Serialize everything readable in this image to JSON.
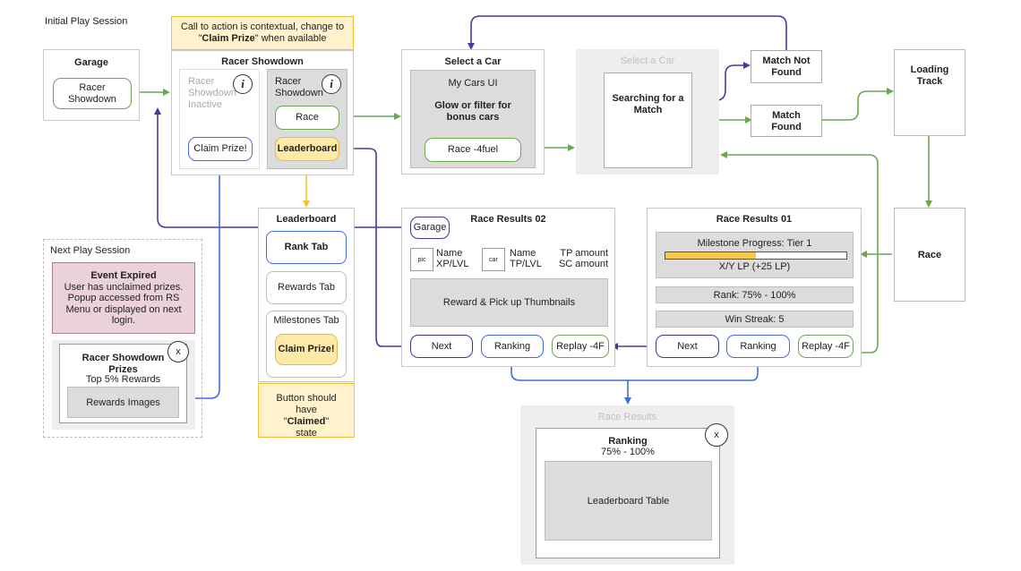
{
  "labels": {
    "initial_session": "Initial Play Session",
    "next_session": "Next Play Session"
  },
  "garage": {
    "title": "Garage",
    "racer_showdown": "Racer Showdown"
  },
  "cta_note": {
    "line1": "Call to action is contextual, change to",
    "quote_open": "\"",
    "bold": "Claim Prize",
    "rest": "\" when available"
  },
  "racer_showdown": {
    "title": "Racer Showdown",
    "inactive_panel": "Racer Showdown Inactive",
    "active_panel": "Racer Showdown",
    "info_glyph": "i",
    "race": "Race",
    "leaderboard": "Leaderboard",
    "claim_prize": "Claim Prize!"
  },
  "select_car": {
    "title": "Select a Car",
    "my_cars": "My Cars UI",
    "glow": "Glow or filter for bonus cars",
    "race_btn": "Race  -4fuel"
  },
  "matchmaking": {
    "title": "Select a Car",
    "searching": "Searching for a Match",
    "not_found": "Match Not Found",
    "found": "Match Found"
  },
  "loading": {
    "title": "Loading Track"
  },
  "race_box": {
    "label": "Race"
  },
  "leaderboard_screen": {
    "title": "Leaderboard",
    "rank_tab": "Rank Tab",
    "rewards_tab": "Rewards Tab",
    "milestones_tab": "Milestones Tab",
    "claim_prize": "Claim Prize!",
    "note_pre": "Button should have \"",
    "note_bold": "Claimed",
    "note_post": "\" state"
  },
  "results02": {
    "title": "Race Results 02",
    "garage": "Garage",
    "pic": "pic",
    "car": "car",
    "name1": "Name",
    "xp": "XP/LVL",
    "name2": "Name",
    "tp": "TP/LVL",
    "tp_amount": "TP amount",
    "sc_amount": "SC amount",
    "thumbnails": "Reward & Pick up Thumbnails",
    "next": "Next",
    "ranking": "Ranking",
    "replay": "Replay  -4F"
  },
  "results01": {
    "title": "Race Results 01",
    "milestone": "Milestone Progress: Tier 1",
    "milestone_progress": 0.5,
    "lp": "X/Y LP (+25 LP)",
    "rank": "Rank: 75% - 100%",
    "streak": "Win Streak: 5",
    "next": "Next",
    "ranking": "Ranking",
    "replay": "Replay  -4F"
  },
  "next_session": {
    "event_expired": "Event Expired",
    "expired_body": "User has unclaimed prizes. Popup accessed from RS Menu or displayed on next login.",
    "prizes_title": "Racer Showdown Prizes",
    "top_rewards": "Top 5% Rewards",
    "rewards_images": "Rewards Images",
    "close": "x"
  },
  "race_results_popup": {
    "title": "Race Results",
    "ranking": "Ranking",
    "range": "75% - 100%",
    "table": "Leaderboard Table",
    "close": "x"
  },
  "colors": {
    "green": "#6aa84f",
    "navy": "#4b3a9c",
    "blue": "#3e6fd8",
    "yellow": "#f1c232",
    "note_bg": "#fff2cc",
    "expired_bg": "#ead1dc"
  }
}
